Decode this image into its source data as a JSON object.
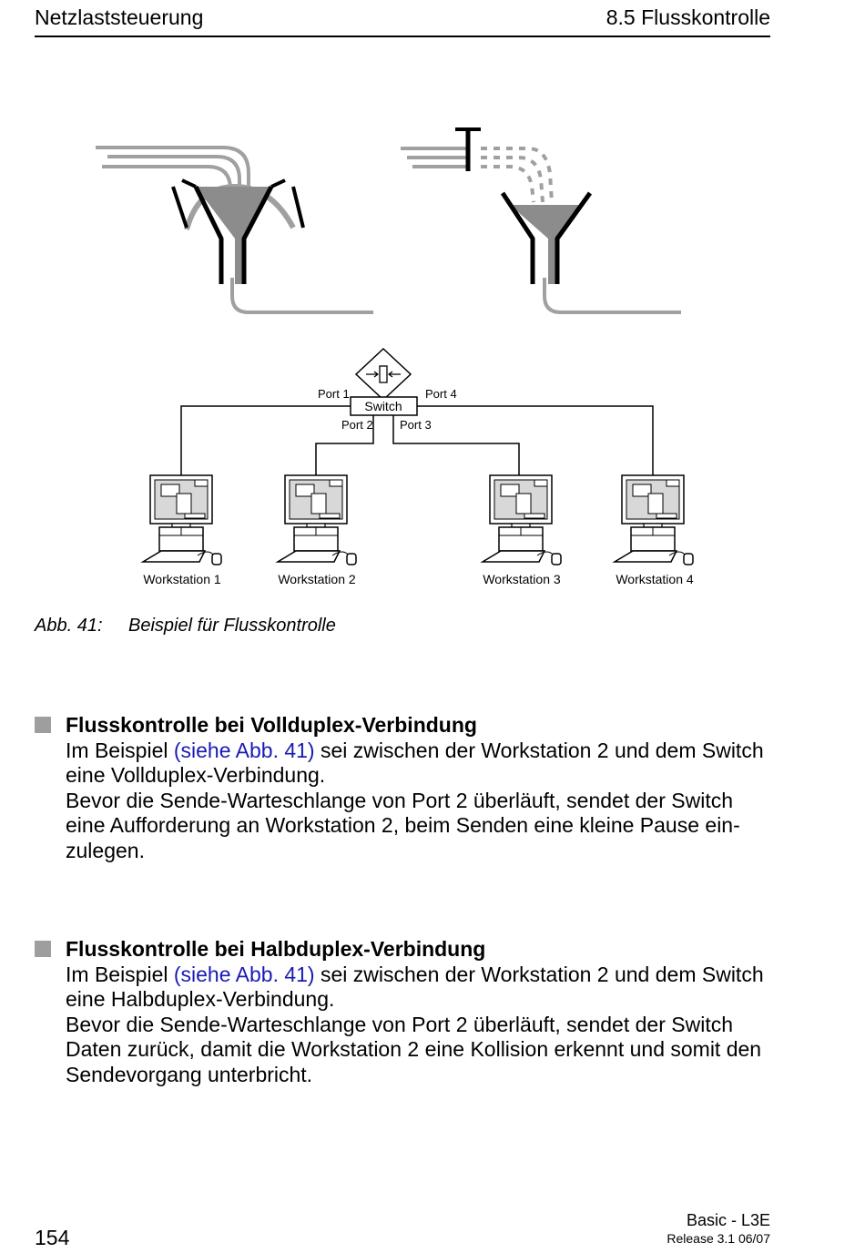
{
  "header": {
    "chapter": "Netzlaststeuerung",
    "section": "8.5 Flusskontrolle"
  },
  "figure": {
    "switch_label": "Switch",
    "ports": [
      "Port 1",
      "Port 2",
      "Port 3",
      "Port 4"
    ],
    "workstations": [
      "Workstation 1",
      "Workstation 2",
      "Workstation 3",
      "Workstation 4"
    ],
    "caption_number": "Abb. 41:",
    "caption_text": "Beispiel für Flusskontrolle"
  },
  "sections": [
    {
      "title": "Flusskontrolle bei Vollduplex-Verbindung",
      "intro_before": "Im Beispiel ",
      "link": "(siehe Abb. 41)",
      "intro_after": " sei zwischen der Workstation 2 und dem Switch eine Vollduplex-Verbindung.",
      "body": "Bevor die Sende-Warteschlange von Port 2 überläuft, sendet der Switch eine Aufforderung an Workstation 2, beim Senden eine kleine Pause ein-zulegen."
    },
    {
      "title": "Flusskontrolle bei Halbduplex-Verbindung",
      "intro_before": "Im Beispiel ",
      "link": "(siehe Abb. 41)",
      "intro_after": " sei zwischen der Workstation 2 und dem Switch eine Halbduplex-Verbindung.",
      "body": "Bevor die Sende-Warteschlange von Port 2 überläuft, sendet der Switch Daten zurück, damit die Workstation 2 eine Kollision erkennt und somit den Sendevorgang unterbricht."
    }
  ],
  "footer": {
    "page_number": "154",
    "product": "Basic - L3E",
    "release": "Release  3.1  06/07"
  },
  "colors": {
    "link": "#1a1ab4",
    "bullet": "#9e9e9e",
    "funnel_gray": "#8c8c8c",
    "line_gray": "#a0a0a0"
  }
}
